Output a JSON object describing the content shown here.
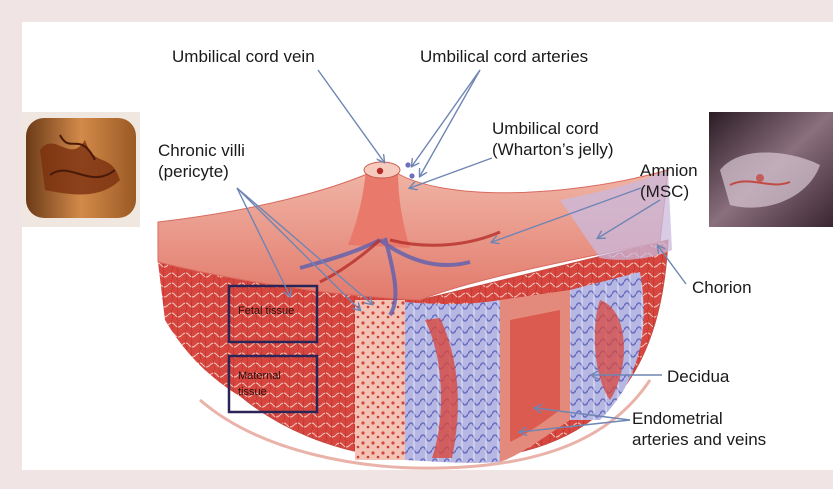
{
  "labels": {
    "umbilical_vein": "Umbilical cord vein",
    "umbilical_arteries": "Umbilical cord arteries",
    "umbilical_cord_line1": "Umbilical cord",
    "umbilical_cord_line2": "(Wharton’s jelly)",
    "chronic_villi_line1": "Chronic villi",
    "chronic_villi_line2": "(pericyte)",
    "amnion_line1": "Amnion",
    "amnion_line2": "(MSC)",
    "chorion": "Chorion",
    "decidua": "Decidua",
    "endometrial_line1": "Endometrial",
    "endometrial_line2": "arteries and veins",
    "fetal_tissue": "Fetal tissue",
    "maternal_tissue_line1": "Maternal",
    "maternal_tissue_line2": "tissue"
  },
  "colors": {
    "arrow": "#6f85b3",
    "box_border": "#2b2457",
    "tissue_red": "#d8473f",
    "tissue_pink": "#f1b3a6",
    "tissue_blue": "#7b7fc6",
    "background": "#f1e4e4"
  }
}
